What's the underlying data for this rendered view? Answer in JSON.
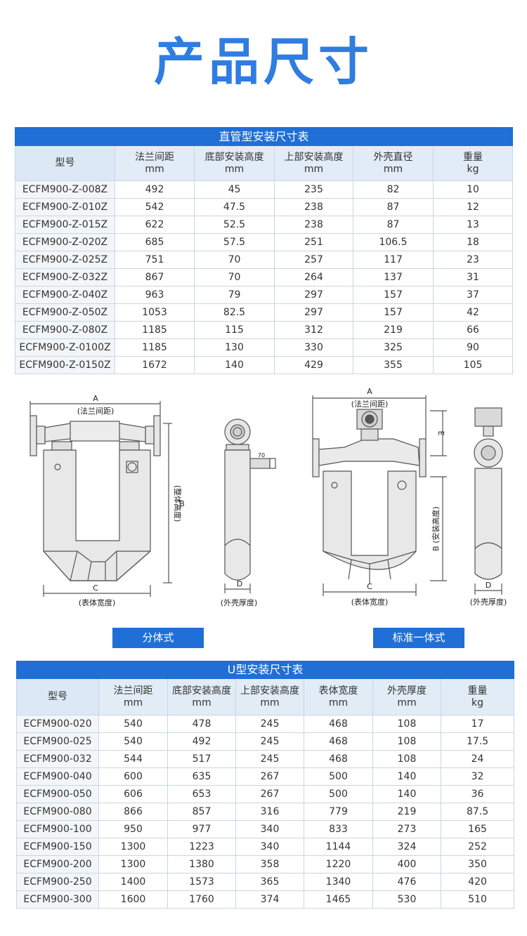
{
  "title": "产品尺寸",
  "straight_table": {
    "caption": "直管型安装尺寸表",
    "headers": [
      {
        "name": "型号",
        "unit": ""
      },
      {
        "name": "法兰间距",
        "unit": "mm"
      },
      {
        "name": "底部安装高度",
        "unit": "mm"
      },
      {
        "name": "上部安装高度",
        "unit": "mm"
      },
      {
        "name": "外壳直径",
        "unit": "mm"
      },
      {
        "name": "重量",
        "unit": "kg"
      }
    ],
    "rows": [
      [
        "ECFM900-Z-008Z",
        "492",
        "45",
        "235",
        "82",
        "10"
      ],
      [
        "ECFM900-Z-010Z",
        "542",
        "47.5",
        "238",
        "87",
        "12"
      ],
      [
        "ECFM900-Z-015Z",
        "622",
        "52.5",
        "238",
        "87",
        "13"
      ],
      [
        "ECFM900-Z-020Z",
        "685",
        "57.5",
        "251",
        "106.5",
        "18"
      ],
      [
        "ECFM900-Z-025Z",
        "751",
        "70",
        "257",
        "117",
        "23"
      ],
      [
        "ECFM900-Z-032Z",
        "867",
        "70",
        "264",
        "137",
        "31"
      ],
      [
        "ECFM900-Z-040Z",
        "963",
        "79",
        "297",
        "157",
        "37"
      ],
      [
        "ECFM900-Z-050Z",
        "1053",
        "82.5",
        "297",
        "157",
        "42"
      ],
      [
        "ECFM900-Z-080Z",
        "1185",
        "115",
        "312",
        "219",
        "66"
      ],
      [
        "ECFM900-Z-0100Z",
        "1185",
        "130",
        "330",
        "325",
        "90"
      ],
      [
        "ECFM900-Z-0150Z",
        "1672",
        "140",
        "429",
        "355",
        "105"
      ]
    ]
  },
  "diagram": {
    "left": {
      "a_letter": "A",
      "a_desc": "(法兰间距)",
      "b_letter": "B",
      "b_desc": "(整体高度)",
      "c_letter": "C",
      "c_desc": "(表体宽度)",
      "side_mark": "70",
      "d_letter": "D",
      "d_desc": "(外壳厚度)"
    },
    "right": {
      "a_letter": "A",
      "a_desc": "(法兰间距)",
      "e_letter": "E",
      "b_text": "B (安装高度)",
      "c_letter": "C",
      "c_desc": "(表体宽度)",
      "d_letter": "D",
      "d_desc": "(外壳厚度)"
    }
  },
  "buttons": {
    "split": "分体式",
    "integrated": "标准一体式"
  },
  "u_table": {
    "caption": "U型安装尺寸表",
    "headers": [
      {
        "name": "型号",
        "unit": ""
      },
      {
        "name": "法兰间距",
        "unit": "mm"
      },
      {
        "name": "底部安装高度",
        "unit": "mm"
      },
      {
        "name": "上部安装高度",
        "unit": "mm"
      },
      {
        "name": "表体宽度",
        "unit": "mm"
      },
      {
        "name": "外壳厚度",
        "unit": "mm"
      },
      {
        "name": "重量",
        "unit": "kg"
      }
    ],
    "rows": [
      [
        "ECFM900-020",
        "540",
        "478",
        "245",
        "468",
        "108",
        "17"
      ],
      [
        "ECFM900-025",
        "540",
        "492",
        "245",
        "468",
        "108",
        "17.5"
      ],
      [
        "ECFM900-032",
        "544",
        "517",
        "245",
        "468",
        "108",
        "24"
      ],
      [
        "ECFM900-040",
        "600",
        "635",
        "267",
        "500",
        "140",
        "32"
      ],
      [
        "ECFM900-050",
        "606",
        "653",
        "267",
        "500",
        "140",
        "36"
      ],
      [
        "ECFM900-080",
        "866",
        "857",
        "316",
        "779",
        "219",
        "87.5"
      ],
      [
        "ECFM900-100",
        "950",
        "977",
        "340",
        "833",
        "273",
        "165"
      ],
      [
        "ECFM900-150",
        "1300",
        "1223",
        "340",
        "1144",
        "324",
        "252"
      ],
      [
        "ECFM900-200",
        "1300",
        "1380",
        "358",
        "1220",
        "400",
        "350"
      ],
      [
        "ECFM900-250",
        "1400",
        "1573",
        "365",
        "1340",
        "476",
        "420"
      ],
      [
        "ECFM900-300",
        "1600",
        "1760",
        "374",
        "1465",
        "530",
        "510"
      ]
    ]
  }
}
